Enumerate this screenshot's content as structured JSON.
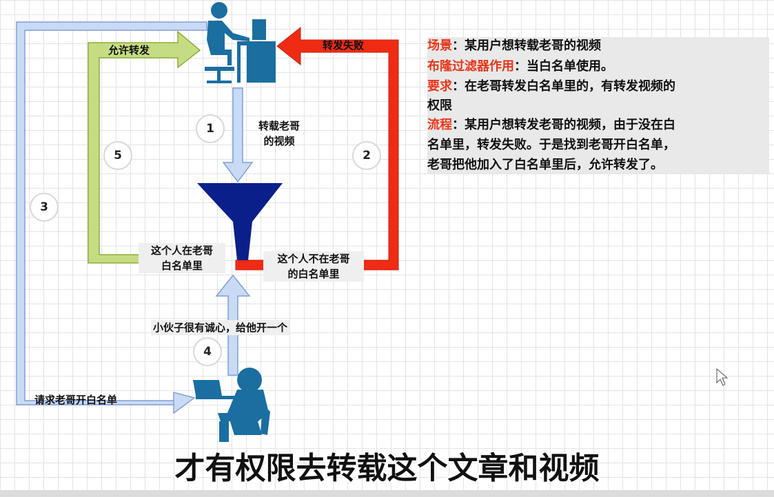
{
  "colors": {
    "blue_arrow": "#c9daf5",
    "blue_arrow_border": "#7f9fd8",
    "green_arrow": "#c5dd82",
    "green_arrow_border": "#8eab3c",
    "red_arrow": "#ef2b14",
    "funnel": "#0b1f8a",
    "figure": "#1b6ea0",
    "highlight_red": "#e8361a"
  },
  "icons": {
    "top_person": "person-at-desk-icon",
    "bottom_person": "person-with-laptop-icon",
    "funnel": "funnel-icon",
    "cursor": "mouse-cursor-icon"
  },
  "labels": {
    "allow_forward": "允许转发",
    "forward_fail": "转发失败",
    "repost_line1": "转载老哥",
    "repost_line2": "的视频",
    "in_whitelist_line1": "这个人在老哥",
    "in_whitelist_line2": "白名单里",
    "not_in_whitelist_line1": "这个人不在老哥",
    "not_in_whitelist_line2": "的白名单里",
    "sincere": "小伙子很有诚心，给他开一个",
    "request_whitelist": "请求老哥开白名单"
  },
  "steps": [
    "1",
    "2",
    "3",
    "4",
    "5"
  ],
  "panel": {
    "scene_key": "场景",
    "scene_val": "：某用户想转载老哥的视频",
    "bloom_key": "布隆过滤器作用",
    "bloom_val": "：当白名单使用。",
    "req_key": "要求",
    "req_val1": "：在老哥转发白名单里的，有转发视频的",
    "req_val2": "权限",
    "flow_key": "流程",
    "flow_val1": "：某用户想转发老哥的视频，由于没在白",
    "flow_val2": "名单里，转发失败。于是找到老哥开白名单，",
    "flow_val3": "老哥把他加入了白名单里后，允许转发了。"
  },
  "caption": "才有权限去转载这个文章和视频"
}
